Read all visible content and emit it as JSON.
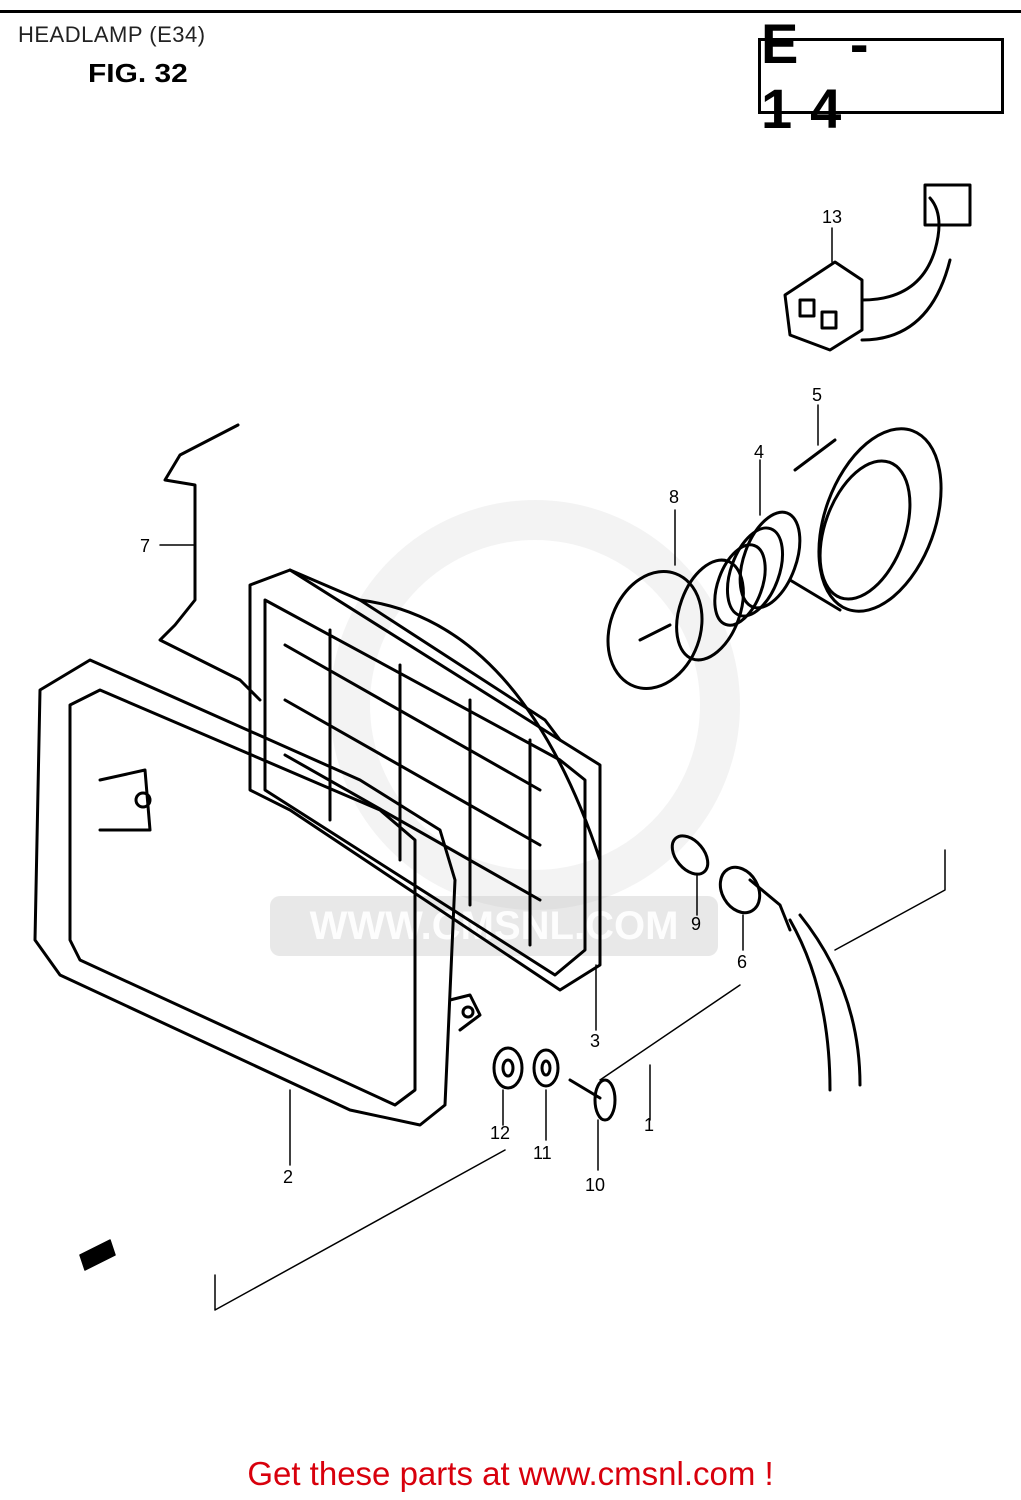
{
  "header": {
    "title": "HEADLAMP (E34)",
    "figure": "FIG. 32",
    "page_code": "E - 14"
  },
  "watermark": {
    "text": "WWW.CMSNL.COM"
  },
  "callouts": [
    {
      "id": "13",
      "label": "13"
    },
    {
      "id": "5",
      "label": "5"
    },
    {
      "id": "4",
      "label": "4"
    },
    {
      "id": "8",
      "label": "8"
    },
    {
      "id": "7",
      "label": "7"
    },
    {
      "id": "9",
      "label": "9"
    },
    {
      "id": "6",
      "label": "6"
    },
    {
      "id": "3",
      "label": "3"
    },
    {
      "id": "1",
      "label": "1"
    },
    {
      "id": "12",
      "label": "12"
    },
    {
      "id": "11",
      "label": "11"
    },
    {
      "id": "10",
      "label": "10"
    },
    {
      "id": "2",
      "label": "2"
    }
  ],
  "footer": {
    "text": "Get these parts at www.cmsnl.com !"
  }
}
